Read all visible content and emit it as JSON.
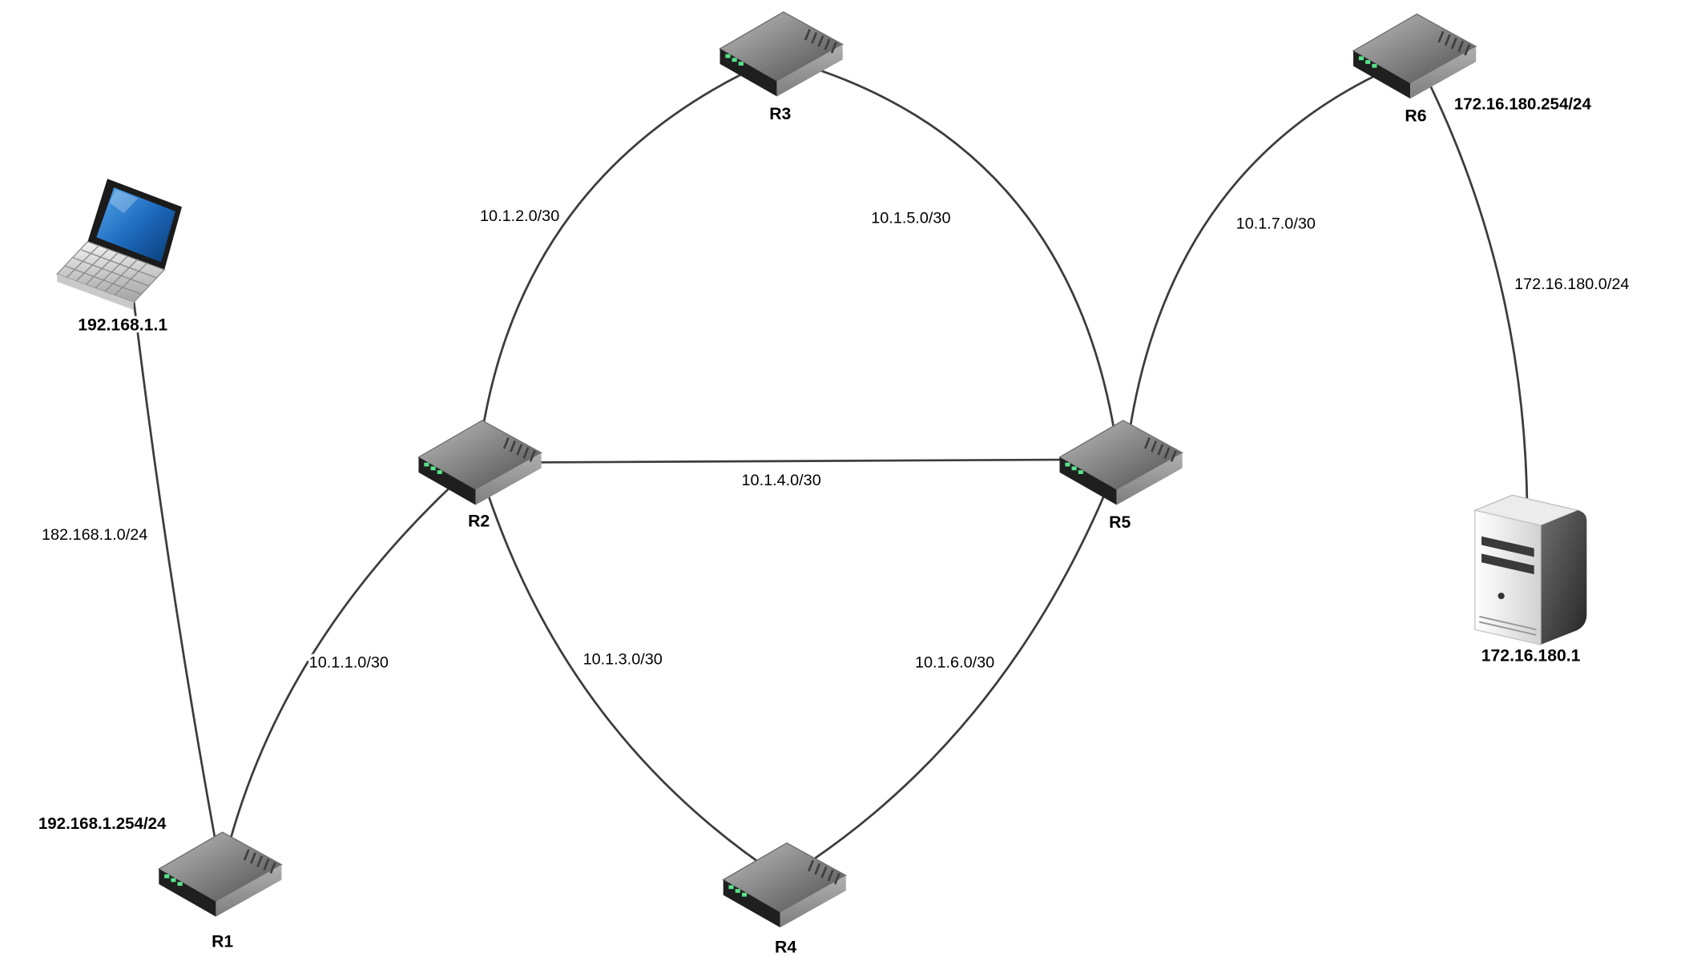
{
  "diagram": {
    "title": "network-topology",
    "background_color": "#ffffff",
    "link_color": "#3c3c3c",
    "screen_accent_color": "#2e7fd9",
    "led_color": "#57e389"
  },
  "nodes": {
    "laptop": {
      "type": "laptop",
      "icon": "laptop-icon",
      "label": "192.168.1.1"
    },
    "r1": {
      "type": "router",
      "icon": "router-icon",
      "label": "R1",
      "interface_label": "192.168.1.254/24"
    },
    "r2": {
      "type": "router",
      "icon": "router-icon",
      "label": "R2"
    },
    "r3": {
      "type": "router",
      "icon": "router-icon",
      "label": "R3"
    },
    "r4": {
      "type": "router",
      "icon": "router-icon",
      "label": "R4"
    },
    "r5": {
      "type": "router",
      "icon": "router-icon",
      "label": "R5"
    },
    "r6": {
      "type": "router",
      "icon": "router-icon",
      "label": "R6",
      "interface_label": "172.16.180.254/24"
    },
    "server": {
      "type": "server",
      "icon": "server-icon",
      "label": "172.16.180.1"
    }
  },
  "links": [
    {
      "from": "laptop",
      "to": "r1",
      "label": "182.168.1.0/24"
    },
    {
      "from": "r1",
      "to": "r2",
      "label": "10.1.1.0/30"
    },
    {
      "from": "r2",
      "to": "r3",
      "label": "10.1.2.0/30"
    },
    {
      "from": "r2",
      "to": "r4",
      "label": "10.1.3.0/30"
    },
    {
      "from": "r2",
      "to": "r5",
      "label": "10.1.4.0/30"
    },
    {
      "from": "r3",
      "to": "r5",
      "label": "10.1.5.0/30"
    },
    {
      "from": "r4",
      "to": "r5",
      "label": "10.1.6.0/30"
    },
    {
      "from": "r5",
      "to": "r6",
      "label": "10.1.7.0/30"
    },
    {
      "from": "r6",
      "to": "server",
      "label": "172.16.180.0/24"
    }
  ]
}
